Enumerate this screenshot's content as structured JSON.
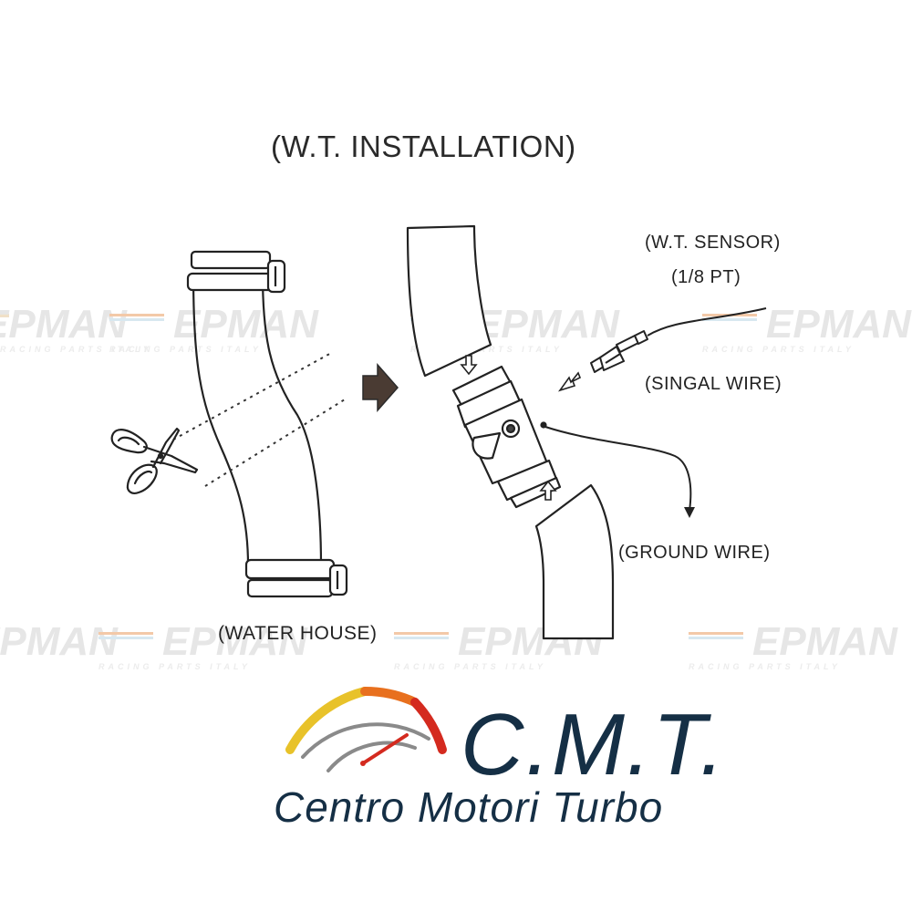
{
  "diagram": {
    "title": "(W.T. INSTALLATION)",
    "labels": {
      "sensor": "(W.T. SENSOR)",
      "thread": "(1/8 PT)",
      "signal_wire": "(SINGAL WIRE)",
      "ground_wire": "(GROUND WIRE)",
      "water_house": "(WATER HOUSE)"
    }
  },
  "watermark": {
    "text": "EPMAN",
    "subtext": "RACING PARTS ITALY"
  },
  "logo": {
    "brand": "C.M.T.",
    "tagline": "Centro Motori Turbo"
  },
  "colors": {
    "line": "#222222",
    "brand": "#152f45",
    "gauge_yellow": "#e8c22a",
    "gauge_orange": "#e8701e",
    "gauge_red": "#d42a1f",
    "gauge_gray": "#8a8a8a",
    "watermark": "#e6e6e6"
  }
}
